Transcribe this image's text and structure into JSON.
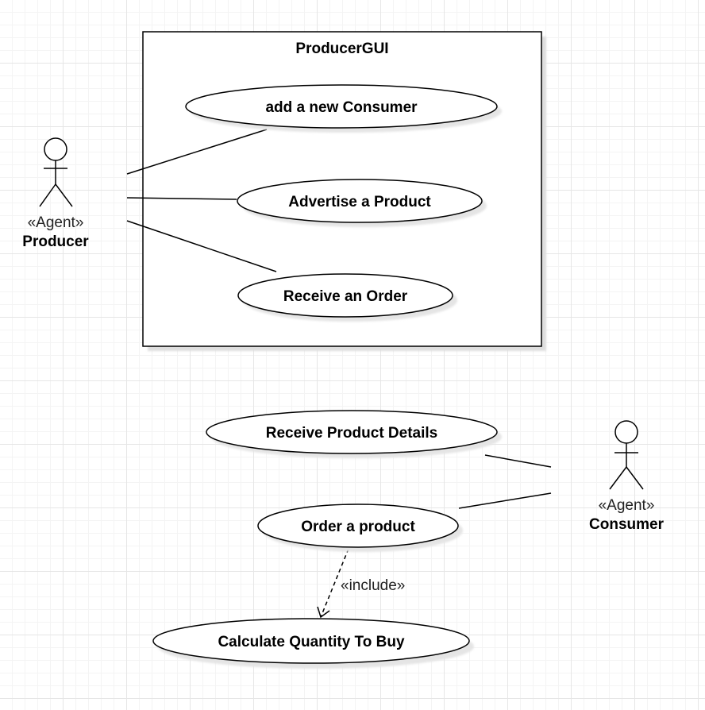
{
  "system_boundary": {
    "title": "ProducerGUI"
  },
  "actors": {
    "producer": {
      "stereotype": "«Agent»",
      "name": "Producer"
    },
    "consumer": {
      "stereotype": "«Agent»",
      "name": "Consumer"
    }
  },
  "use_cases": {
    "add_consumer": "add a new Consumer",
    "advertise_product": "Advertise a Product",
    "receive_order": "Receive an Order",
    "receive_product_details": "Receive Product Details",
    "order_product": "Order a product",
    "calculate_quantity": "Calculate Quantity To Buy"
  },
  "relations": {
    "include_label": "«include»"
  },
  "colors": {
    "grid_major": "#e6e6e6",
    "grid_minor": "#f4f4f4",
    "shadow": "#e5e5e5",
    "line": "#000000"
  }
}
